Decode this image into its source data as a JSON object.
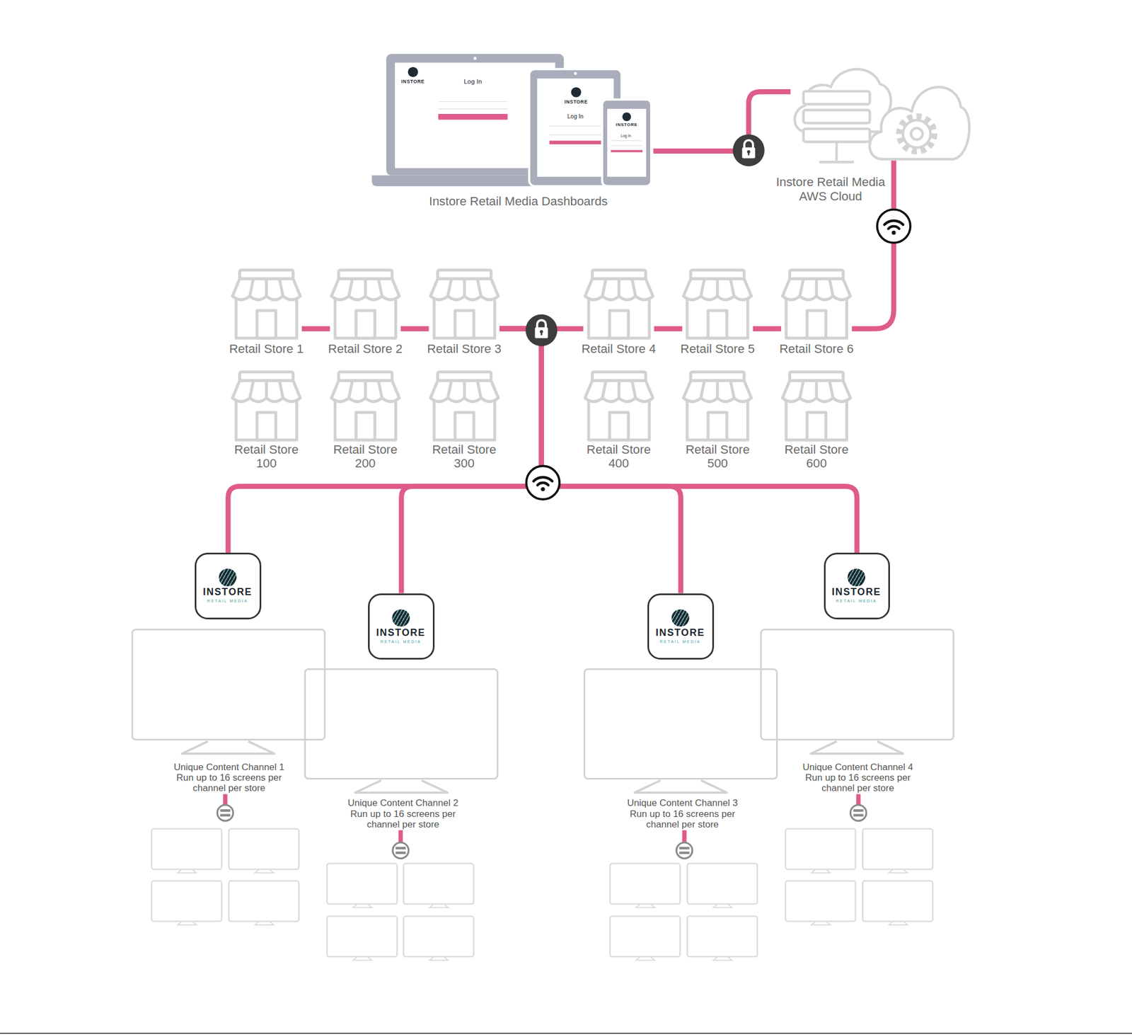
{
  "diagram": {
    "nodes": [
      {
        "text": [
          "Instore Retail Media Dashboards"
        ]
      },
      {
        "text": [
          "Instore Retail Media AWS Cloud"
        ]
      },
      {
        "text": [
          "Retail Store 1"
        ]
      },
      {
        "text": [
          "Retail Store 2"
        ]
      },
      {
        "text": [
          "Retail Store 3"
        ]
      },
      {
        "text": [
          "Retail Store 4"
        ]
      },
      {
        "text": [
          "Retail Store 5"
        ]
      },
      {
        "text": [
          "Retail Store 6"
        ]
      },
      {
        "text": [
          "Retail Store 100"
        ]
      },
      {
        "text": [
          "Retail Store 200"
        ]
      },
      {
        "text": [
          "Retail Store 300"
        ]
      },
      {
        "text": [
          "Retail Store 400"
        ]
      },
      {
        "text": [
          "Retail Store 500"
        ]
      },
      {
        "text": [
          "Retail Store 600"
        ]
      },
      {
        "text": [
          "INSTORE",
          "RETAIL MEDIA"
        ]
      },
      {
        "text": [
          "INSTORE",
          "RETAIL MEDIA"
        ]
      },
      {
        "text": [
          "INSTORE",
          "RETAIL MEDIA"
        ]
      },
      {
        "text": [
          "INSTORE",
          "RETAIL MEDIA"
        ]
      },
      {
        "text": [
          "Unique Content Channel 1 Run up to 16 screens per channel per store"
        ]
      },
      {
        "text": [
          "Unique Content Channel 2 Run up to 16 screens per channel per store"
        ]
      },
      {
        "text": [
          "Unique Content Channel 3 Run up to 16 screens per channel per store"
        ]
      },
      {
        "text": [
          "Unique Content Channel 4 Run up to 16 screens per channel per store"
        ]
      }
    ],
    "edges": [
      {
        "from": 0,
        "to": 1,
        "arrow": "none"
      },
      {
        "from": 1,
        "to": 7,
        "arrow": "none"
      },
      {
        "from": 2,
        "to": 3,
        "arrow": "none"
      },
      {
        "from": 3,
        "to": 4,
        "arrow": "none"
      },
      {
        "from": 4,
        "to": 5,
        "arrow": "none"
      },
      {
        "from": 5,
        "to": 6,
        "arrow": "none"
      },
      {
        "from": 6,
        "to": 7,
        "arrow": "none"
      },
      {
        "from": 4,
        "to": 14,
        "arrow": "none"
      },
      {
        "from": 4,
        "to": 15,
        "arrow": "none"
      },
      {
        "from": 4,
        "to": 16,
        "arrow": "none"
      },
      {
        "from": 4,
        "to": 17,
        "arrow": "none"
      }
    ],
    "labels": [
      "INSTORE",
      "Log In",
      "INSTORE",
      "Log In",
      "INSTORE",
      "Log In"
    ]
  }
}
